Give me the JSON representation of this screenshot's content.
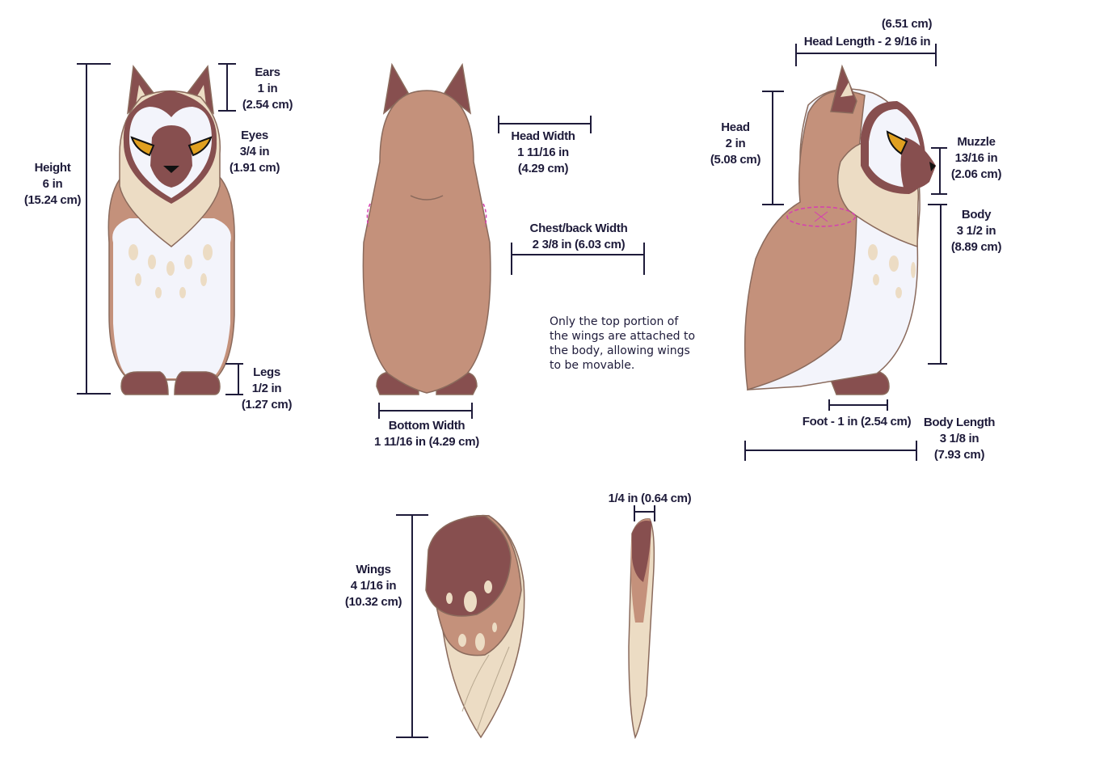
{
  "colors": {
    "dimension_line": "#1e1b3a",
    "dark_brown": "#874f4f",
    "tan": "#c4917b",
    "cream": "#ecdcc4",
    "white_belly": "#f3f4fb",
    "seam_marker": "#d63fb0",
    "eye": "#e0a020"
  },
  "front_view": {
    "height": {
      "title": "Height",
      "in": "6 in",
      "cm": "(15.24 cm)"
    },
    "ears": {
      "title": "Ears",
      "in": "1 in",
      "cm": "(2.54 cm)"
    },
    "eyes": {
      "title": "Eyes",
      "in": "3/4 in",
      "cm": "(1.91 cm)"
    },
    "legs": {
      "title": "Legs",
      "in": "1/2 in",
      "cm": "(1.27 cm)"
    }
  },
  "back_view": {
    "head_width": {
      "title": "Head Width",
      "in": "1 11/16 in",
      "cm": "(4.29 cm)"
    },
    "chest_width": {
      "title": "Chest/back Width",
      "value": "2 3/8 in (6.03 cm)"
    },
    "bottom_width": {
      "title": "Bottom Width",
      "value": "1 11/16 in (4.29 cm)"
    },
    "note": [
      "Only the top portion of",
      "the wings are attached to",
      "the body, allowing wings",
      "to be movable."
    ]
  },
  "side_view": {
    "head_length": {
      "cm": "(6.51 cm)",
      "title": "Head Length - 2 9/16 in"
    },
    "head": {
      "title": "Head",
      "in": "2 in",
      "cm": "(5.08 cm)"
    },
    "muzzle": {
      "title": "Muzzle",
      "in": "13/16 in",
      "cm": "(2.06 cm)"
    },
    "body": {
      "title": "Body",
      "in": "3 1/2 in",
      "cm": "(8.89 cm)"
    },
    "foot": {
      "value": "Foot - 1 in (2.54 cm)"
    },
    "body_length": {
      "title": "Body Length",
      "in": "3 1/8 in",
      "cm": "(7.93 cm)"
    }
  },
  "wing_view": {
    "wings": {
      "title": "Wings",
      "in": "4 1/16 in",
      "cm": "(10.32 cm)"
    },
    "thickness": {
      "value": "1/4 in  (0.64 cm)"
    }
  }
}
